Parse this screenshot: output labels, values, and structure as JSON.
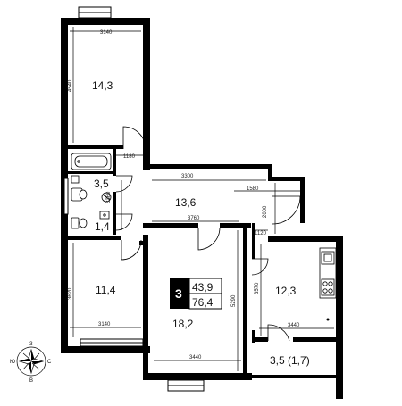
{
  "rooms": {
    "room_top_left": {
      "area": "14,3",
      "dim_width": "3140",
      "dim_length": "4540"
    },
    "bathroom": {
      "area": "3,5",
      "dim_width": "1180"
    },
    "toilet": {
      "area": "1,4",
      "dim_length": "3360"
    },
    "hall": {
      "area": "13,6",
      "dim_top": "3300",
      "dim_side": "1580",
      "dim_bottom": "3760",
      "dim_depth": "2000"
    },
    "room_bottom_left": {
      "area": "11,4",
      "dim_width": "3140",
      "dim_length": "3620"
    },
    "room_center": {
      "area": "18,2",
      "dim_width": "3440",
      "dim_length": "5290"
    },
    "kitchen": {
      "area": "12,3",
      "dim_width": "3440",
      "dim_length": "3570",
      "dim_top": "1120"
    },
    "loggia": {
      "area": "3,5 (1,7)"
    }
  },
  "summary": {
    "room_count": "3",
    "living_area": "43,9",
    "total_area": "76,4"
  },
  "compass": {
    "north": "З",
    "east": "С",
    "south": "В",
    "west": "Ю"
  }
}
